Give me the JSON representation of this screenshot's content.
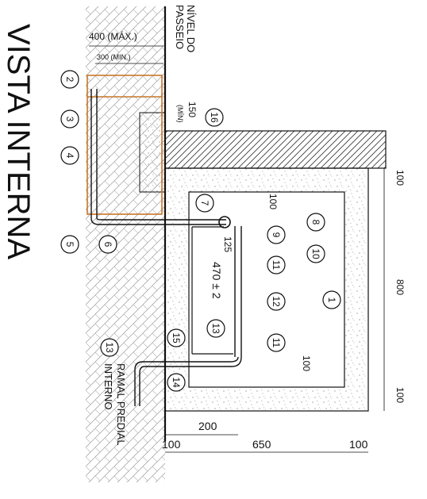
{
  "title": "VISTA INTERNA",
  "labels": {
    "nivel_passeio_line1": "NÍVEL DO",
    "nivel_passeio_line2": "PASSEIO",
    "ramal_line1": "RAMAL PREDIAL",
    "ramal_line2": "INTERNO",
    "min_label": "(MÍN)"
  },
  "dimensions": {
    "d400_max": "400 (MÁX.)",
    "d300_min": "300 (MIN.)",
    "d150": "150",
    "d100_right_top": "100",
    "d800": "800",
    "d100_right_bottom": "100",
    "d100_top_inner": "100",
    "d100_bottom_inner": "100",
    "d125": "125",
    "d470": "470 ± 2",
    "d200": "200",
    "d100_bottom_left": "100",
    "d650": "650",
    "d100_bottom_right": "100"
  },
  "callouts": [
    "1",
    "2",
    "3",
    "4",
    "5",
    "6",
    "7",
    "8",
    "9",
    "10",
    "11",
    "11",
    "12",
    "13",
    "13",
    "14",
    "15",
    "16"
  ],
  "colors": {
    "line": "#111111",
    "hatch": "#8a8a8a",
    "concrete_dot": "#9a9a9a",
    "orange_box": "#c8762a"
  }
}
